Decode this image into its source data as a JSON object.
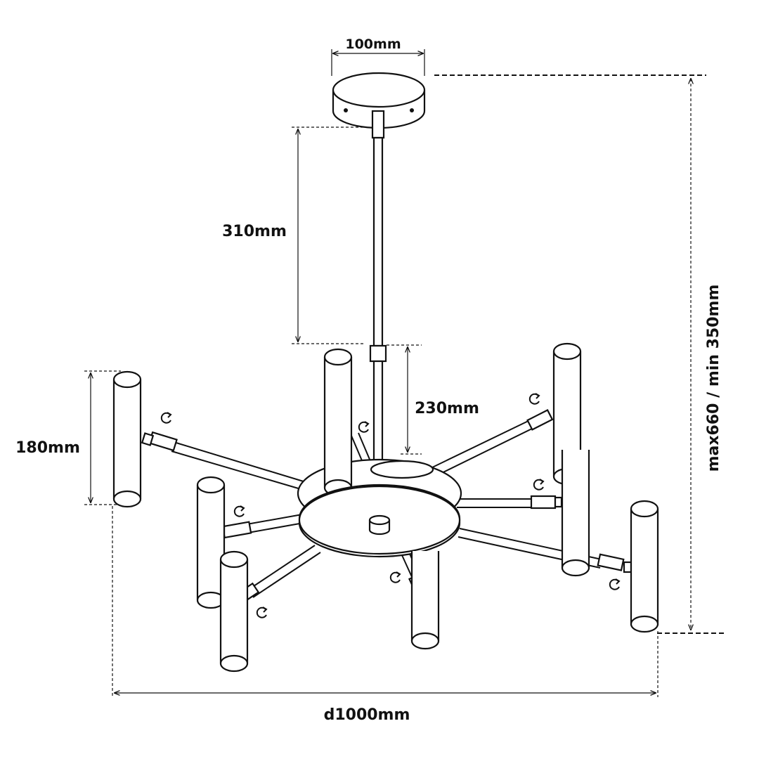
{
  "dimensions": {
    "canopy_width": "100mm",
    "rod_length": "310mm",
    "lower_rod_length": "230mm",
    "shade_length": "180mm",
    "total_height": "max660 / min 350mm",
    "diameter": "d1000mm"
  },
  "icons": {
    "rotate": "rotate-arrow-icon"
  }
}
